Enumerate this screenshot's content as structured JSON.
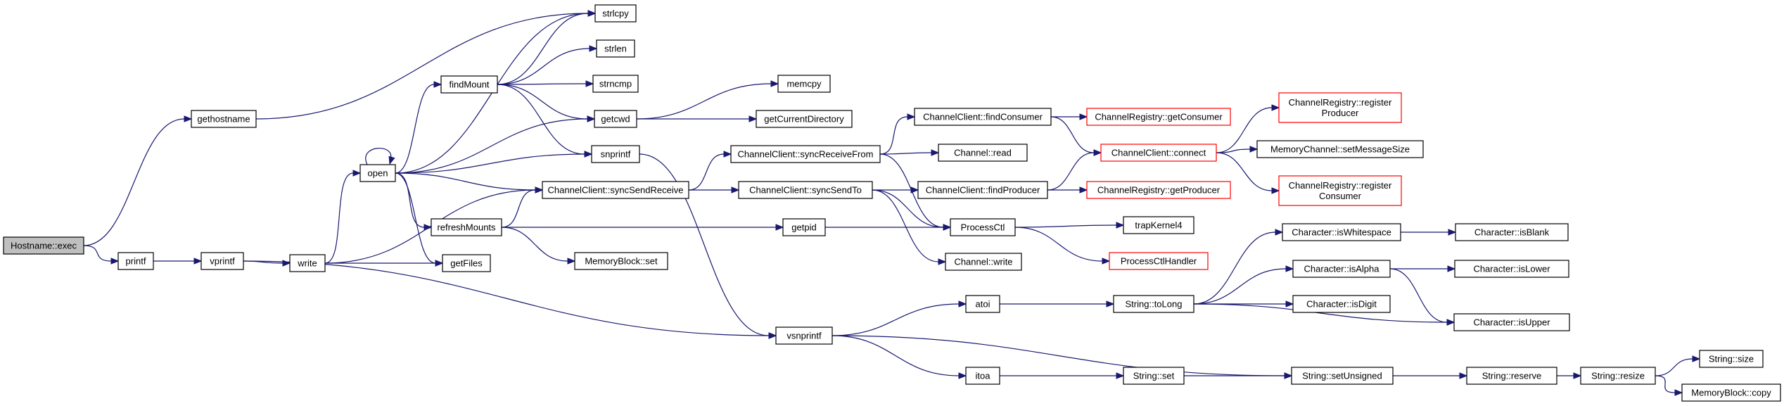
{
  "colors": {
    "edge": "#191970",
    "node_border": "#000000",
    "node_border_truncated": "#ff0000",
    "root_fill": "#bfbfbf",
    "node_fill": "#ffffff"
  },
  "nodes": [
    {
      "id": "exec",
      "lines": [
        "Hostname::exec"
      ],
      "root": true
    },
    {
      "id": "gethostname",
      "lines": [
        "gethostname"
      ]
    },
    {
      "id": "printf",
      "lines": [
        "printf"
      ]
    },
    {
      "id": "vprintf",
      "lines": [
        "vprintf"
      ]
    },
    {
      "id": "write",
      "lines": [
        "write"
      ]
    },
    {
      "id": "open",
      "lines": [
        "open"
      ]
    },
    {
      "id": "findMount",
      "lines": [
        "findMount"
      ]
    },
    {
      "id": "refreshMounts",
      "lines": [
        "refreshMounts"
      ]
    },
    {
      "id": "strlcpy",
      "lines": [
        "strlcpy"
      ]
    },
    {
      "id": "strlen",
      "lines": [
        "strlen"
      ]
    },
    {
      "id": "strncmp",
      "lines": [
        "strncmp"
      ]
    },
    {
      "id": "getcwd",
      "lines": [
        "getcwd"
      ]
    },
    {
      "id": "snprintf",
      "lines": [
        "snprintf"
      ]
    },
    {
      "id": "syncSendReceive",
      "lines": [
        "ChannelClient::syncSendReceive"
      ]
    },
    {
      "id": "getFiles",
      "lines": [
        "getFiles"
      ]
    },
    {
      "id": "mbset",
      "lines": [
        "MemoryBlock::set"
      ]
    },
    {
      "id": "memcpy",
      "lines": [
        "memcpy"
      ]
    },
    {
      "id": "getCurrentDirectory",
      "lines": [
        "getCurrentDirectory"
      ]
    },
    {
      "id": "syncReceiveFrom",
      "lines": [
        "ChannelClient::syncReceiveFrom"
      ]
    },
    {
      "id": "syncSendTo",
      "lines": [
        "ChannelClient::syncSendTo"
      ]
    },
    {
      "id": "getpid",
      "lines": [
        "getpid"
      ]
    },
    {
      "id": "vsnprintf",
      "lines": [
        "vsnprintf"
      ]
    },
    {
      "id": "findConsumer",
      "lines": [
        "ChannelClient::findConsumer"
      ]
    },
    {
      "id": "chread",
      "lines": [
        "Channel::read"
      ]
    },
    {
      "id": "findProducer",
      "lines": [
        "ChannelClient::findProducer"
      ]
    },
    {
      "id": "processctl",
      "lines": [
        "ProcessCtl"
      ]
    },
    {
      "id": "chwrite",
      "lines": [
        "Channel::write"
      ]
    },
    {
      "id": "getConsumer",
      "lines": [
        "ChannelRegistry::getConsumer"
      ],
      "truncated": true
    },
    {
      "id": "connect",
      "lines": [
        "ChannelClient::connect"
      ],
      "truncated": true
    },
    {
      "id": "getProducer",
      "lines": [
        "ChannelRegistry::getProducer"
      ],
      "truncated": true
    },
    {
      "id": "regProducer",
      "lines": [
        "ChannelRegistry::register",
        "Producer"
      ],
      "truncated": true
    },
    {
      "id": "setMessageSize",
      "lines": [
        "MemoryChannel::setMessageSize"
      ]
    },
    {
      "id": "regConsumer",
      "lines": [
        "ChannelRegistry::register",
        "Consumer"
      ],
      "truncated": true
    },
    {
      "id": "trapKernel4",
      "lines": [
        "trapKernel4"
      ]
    },
    {
      "id": "pcHandler",
      "lines": [
        "ProcessCtlHandler"
      ],
      "truncated": true
    },
    {
      "id": "atoi",
      "lines": [
        "atoi"
      ]
    },
    {
      "id": "itoa",
      "lines": [
        "itoa"
      ]
    },
    {
      "id": "toLong",
      "lines": [
        "String::toLong"
      ]
    },
    {
      "id": "strset",
      "lines": [
        "String::set"
      ]
    },
    {
      "id": "isWhitespace",
      "lines": [
        "Character::isWhitespace"
      ]
    },
    {
      "id": "isAlpha",
      "lines": [
        "Character::isAlpha"
      ]
    },
    {
      "id": "isDigit",
      "lines": [
        "Character::isDigit"
      ]
    },
    {
      "id": "isUpper",
      "lines": [
        "Character::isUpper"
      ]
    },
    {
      "id": "isBlank",
      "lines": [
        "Character::isBlank"
      ]
    },
    {
      "id": "isLower",
      "lines": [
        "Character::isLower"
      ]
    },
    {
      "id": "setUnsigned",
      "lines": [
        "String::setUnsigned"
      ]
    },
    {
      "id": "reserve",
      "lines": [
        "String::reserve"
      ]
    },
    {
      "id": "resize",
      "lines": [
        "String::resize"
      ]
    },
    {
      "id": "strsize",
      "lines": [
        "String::size"
      ]
    },
    {
      "id": "mbcopy",
      "lines": [
        "MemoryBlock::copy"
      ]
    }
  ],
  "edges": [
    [
      "exec",
      "gethostname"
    ],
    [
      "exec",
      "printf"
    ],
    [
      "gethostname",
      "strlcpy"
    ],
    [
      "printf",
      "vprintf"
    ],
    [
      "vprintf",
      "write"
    ],
    [
      "vprintf",
      "vsnprintf"
    ],
    [
      "write",
      "open"
    ],
    [
      "write",
      "getFiles"
    ],
    [
      "write",
      "syncSendReceive"
    ],
    [
      "open",
      "open"
    ],
    [
      "open",
      "findMount"
    ],
    [
      "open",
      "strlcpy"
    ],
    [
      "open",
      "getcwd"
    ],
    [
      "open",
      "snprintf"
    ],
    [
      "open",
      "syncSendReceive"
    ],
    [
      "open",
      "refreshMounts"
    ],
    [
      "open",
      "getFiles"
    ],
    [
      "findMount",
      "strlcpy"
    ],
    [
      "findMount",
      "strlen"
    ],
    [
      "findMount",
      "strncmp"
    ],
    [
      "findMount",
      "getcwd"
    ],
    [
      "findMount",
      "snprintf"
    ],
    [
      "getcwd",
      "memcpy"
    ],
    [
      "getcwd",
      "getCurrentDirectory"
    ],
    [
      "snprintf",
      "vsnprintf"
    ],
    [
      "refreshMounts",
      "syncSendReceive"
    ],
    [
      "refreshMounts",
      "getpid"
    ],
    [
      "refreshMounts",
      "mbset"
    ],
    [
      "syncSendReceive",
      "syncReceiveFrom"
    ],
    [
      "syncSendReceive",
      "syncSendTo"
    ],
    [
      "syncReceiveFrom",
      "findConsumer"
    ],
    [
      "syncReceiveFrom",
      "chread"
    ],
    [
      "syncReceiveFrom",
      "processctl"
    ],
    [
      "syncSendTo",
      "findProducer"
    ],
    [
      "syncSendTo",
      "chwrite"
    ],
    [
      "syncSendTo",
      "processctl"
    ],
    [
      "findConsumer",
      "getConsumer"
    ],
    [
      "findConsumer",
      "connect"
    ],
    [
      "findProducer",
      "connect"
    ],
    [
      "findProducer",
      "getProducer"
    ],
    [
      "connect",
      "regProducer"
    ],
    [
      "connect",
      "setMessageSize"
    ],
    [
      "connect",
      "regConsumer"
    ],
    [
      "getpid",
      "processctl"
    ],
    [
      "processctl",
      "trapKernel4"
    ],
    [
      "processctl",
      "pcHandler"
    ],
    [
      "vsnprintf",
      "atoi"
    ],
    [
      "vsnprintf",
      "itoa"
    ],
    [
      "vsnprintf",
      "setUnsigned"
    ],
    [
      "atoi",
      "toLong"
    ],
    [
      "toLong",
      "isWhitespace"
    ],
    [
      "toLong",
      "isAlpha"
    ],
    [
      "toLong",
      "isDigit"
    ],
    [
      "toLong",
      "isUpper"
    ],
    [
      "isWhitespace",
      "isBlank"
    ],
    [
      "isAlpha",
      "isLower"
    ],
    [
      "isAlpha",
      "isUpper"
    ],
    [
      "itoa",
      "strset"
    ],
    [
      "strset",
      "setUnsigned"
    ],
    [
      "setUnsigned",
      "reserve"
    ],
    [
      "reserve",
      "resize"
    ],
    [
      "resize",
      "strsize"
    ],
    [
      "resize",
      "mbcopy"
    ]
  ]
}
